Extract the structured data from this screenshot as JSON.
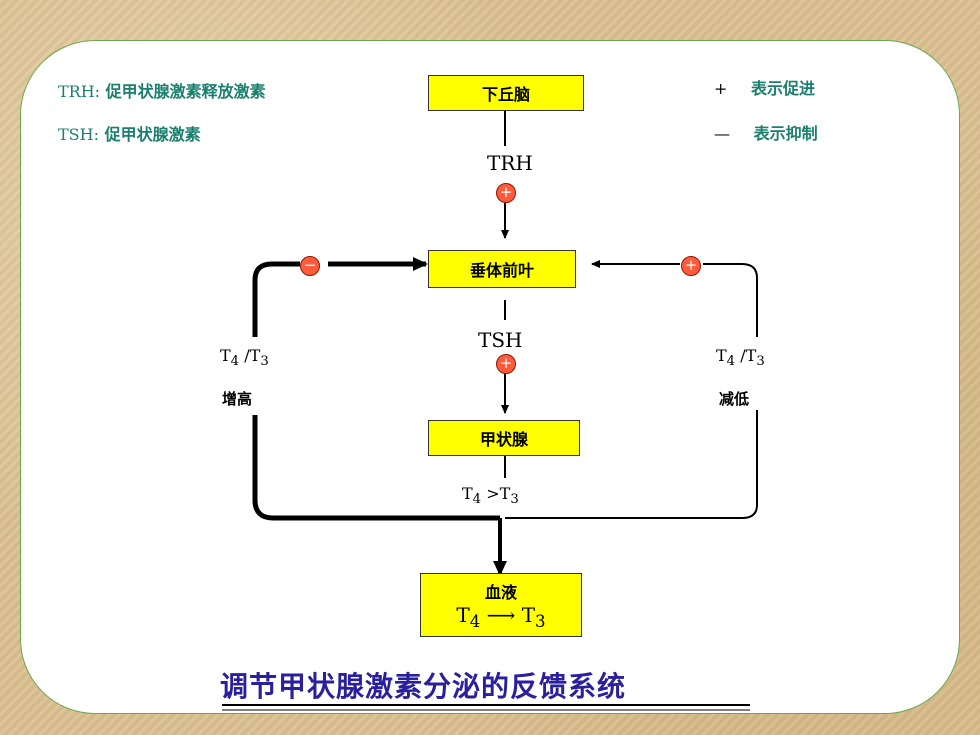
{
  "legend_left": [
    {
      "abbr": "TRH:",
      "text": "促甲状腺激素释放激素"
    },
    {
      "abbr": "TSH:",
      "text": "促甲状腺激素"
    }
  ],
  "legend_right": [
    {
      "symbol": "+",
      "text": "表示促进"
    },
    {
      "symbol": "—",
      "text": "表示抑制"
    }
  ],
  "nodes": {
    "hypothalamus": "下丘脑",
    "pituitary": "垂体前叶",
    "thyroid": "甲状腺",
    "blood": "血液"
  },
  "blood_formula": {
    "from": "T",
    "from_sub": "4",
    "arrow": "⟶",
    "to": "T",
    "to_sub": "3"
  },
  "labels": {
    "trh": "TRH",
    "tsh": "TSH",
    "t4_gt_t3": {
      "a": "T",
      "a_sub": "4",
      "op": " >",
      "b": "T",
      "b_sub": "3"
    },
    "left": {
      "a": "T",
      "a_sub": "4",
      "sep": " /",
      "b": "T",
      "b_sub": "3",
      "state": "增高"
    },
    "right": {
      "a": "T",
      "a_sub": "4",
      "sep": " /",
      "b": "T",
      "b_sub": "3",
      "state": "减低"
    }
  },
  "signs": {
    "trh_effect": "+",
    "tsh_effect": "+",
    "left_feedback": "−",
    "right_feedback": "+"
  },
  "caption": "调节甲状腺激素分泌的反馈系统",
  "colors": {
    "box_fill": "#ffff00",
    "legend_text": "#1a7f6e",
    "caption_text": "#2a1f9c",
    "sign_fill": "#ff5a3c",
    "panel_border": "#6aa84f"
  }
}
